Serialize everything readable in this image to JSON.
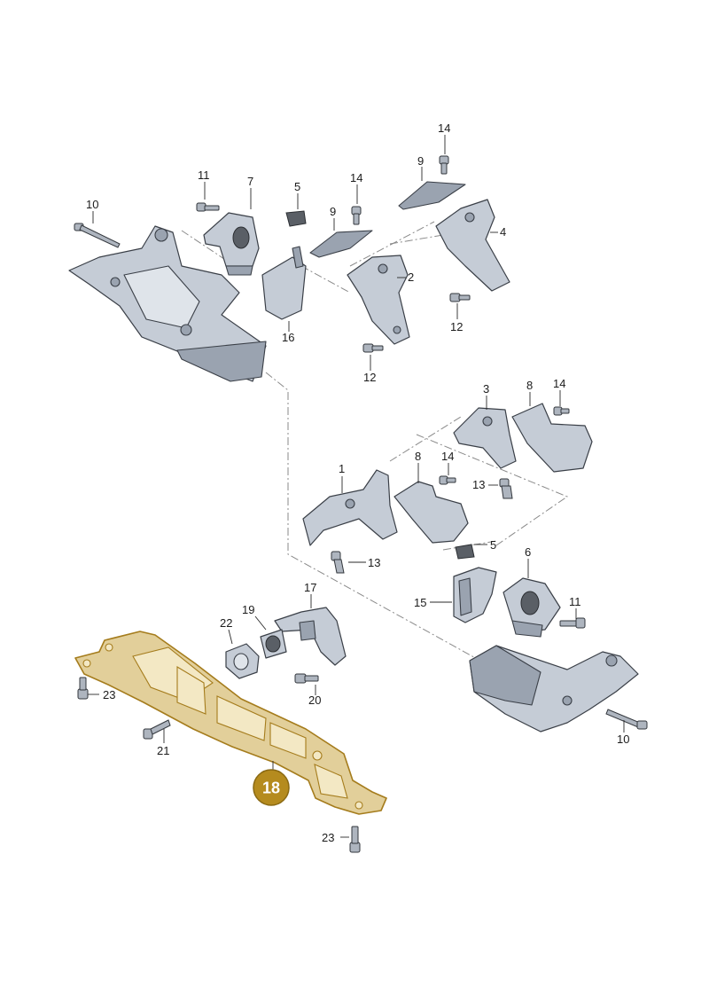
{
  "labels": {
    "l10a": "10",
    "l11a": "11",
    "l7": "7",
    "l5a": "5",
    "l14a": "14",
    "l9a": "9",
    "l14b": "14",
    "l9b": "9",
    "l4": "4",
    "l2": "2",
    "l16": "16",
    "l12a": "12",
    "l12b": "12",
    "l3": "3",
    "l8a": "8",
    "l14c": "14",
    "l1": "1",
    "l8b": "8",
    "l14d": "14",
    "l13a": "13",
    "l13b": "13",
    "l5b": "5",
    "l6": "6",
    "l15": "15",
    "l11b": "11",
    "l17": "17",
    "l19": "19",
    "l22": "22",
    "l23a": "23",
    "l20": "20",
    "l21": "21",
    "l23b": "23",
    "l10b": "10"
  },
  "highlight": {
    "part_number": "18",
    "fill_color": "#e2cf9a",
    "badge_color": "#b58b1e"
  },
  "colors": {
    "part": "#c5ccd6",
    "outline": "#3a3f47",
    "dash": "#8a8a8a"
  }
}
